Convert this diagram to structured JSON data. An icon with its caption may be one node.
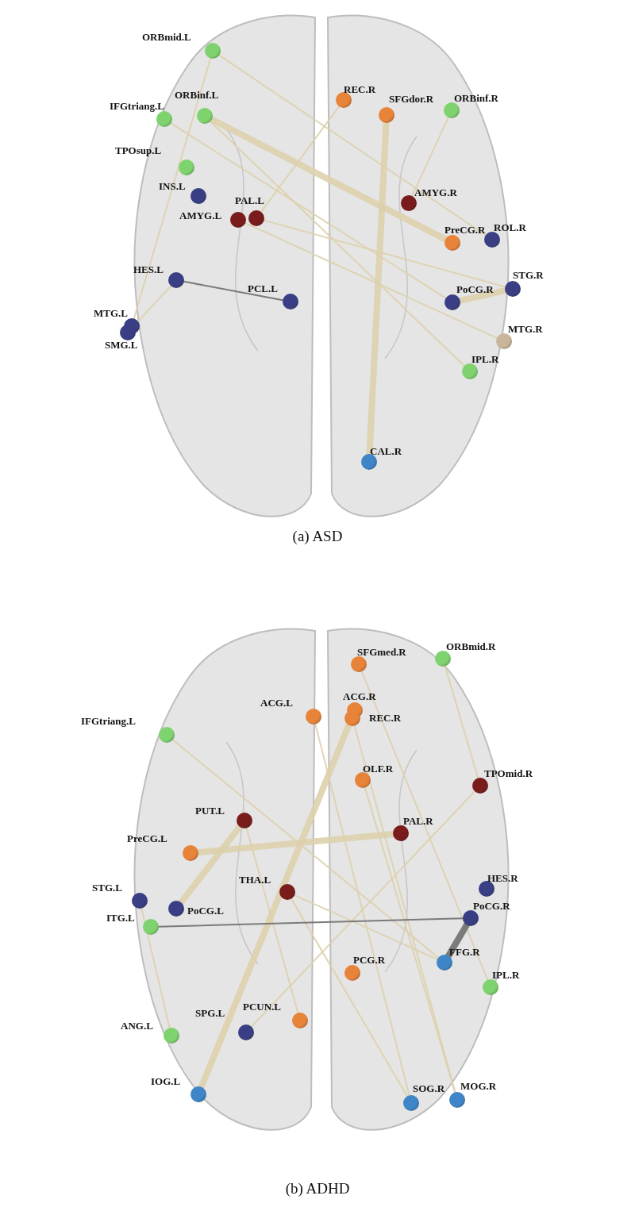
{
  "diagram": {
    "nodes": [
      {
        "text": [],
        "shape": "circle",
        "beside": [
          "ORBmid.L"
        ]
      },
      {
        "text": [],
        "shape": "circle",
        "beside": [
          "ORBinf.L"
        ]
      },
      {
        "text": [],
        "shape": "circle",
        "beside": [
          "IFGtriang.L"
        ]
      },
      {
        "text": [],
        "shape": "circle",
        "beside": [
          "TPOsup.L"
        ]
      },
      {
        "text": [],
        "shape": "circle",
        "beside": [
          "REC.R"
        ]
      },
      {
        "text": [],
        "shape": "circle",
        "beside": [
          "SFGdor.R"
        ]
      },
      {
        "text": [],
        "shape": "circle",
        "beside": [
          "ORBinf.R"
        ]
      },
      {
        "text": [],
        "shape": "circle",
        "beside": [
          "INS.L"
        ]
      },
      {
        "text": [],
        "shape": "circle",
        "beside": [
          "PAL.L"
        ]
      },
      {
        "text": [],
        "shape": "circle",
        "beside": [
          "AMYG.L"
        ]
      },
      {
        "text": [],
        "shape": "circle",
        "beside": [
          "AMYG.R"
        ]
      },
      {
        "text": [],
        "shape": "circle",
        "beside": [
          "PreCG.R"
        ]
      },
      {
        "text": [],
        "shape": "circle",
        "beside": [
          "ROL.R"
        ]
      },
      {
        "text": [],
        "shape": "circle",
        "beside": [
          "HES.L"
        ]
      },
      {
        "text": [],
        "shape": "circle",
        "beside": [
          "PCL.L"
        ]
      },
      {
        "text": [],
        "shape": "circle",
        "beside": [
          "PoCG.R"
        ]
      },
      {
        "text": [],
        "shape": "circle",
        "beside": [
          "STG.R"
        ]
      },
      {
        "text": [],
        "shape": "circle",
        "beside": [
          "MTG.L"
        ]
      },
      {
        "text": [],
        "shape": "circle",
        "beside": [
          "SMG.L"
        ]
      },
      {
        "text": [],
        "shape": "circle",
        "beside": [
          "MTG.R"
        ]
      },
      {
        "text": [],
        "shape": "circle",
        "beside": [
          "IPL.R"
        ]
      },
      {
        "text": [],
        "shape": "circle",
        "beside": [
          "CAL.R"
        ]
      },
      {
        "text": [],
        "shape": "circle",
        "beside": [
          "SFGmed.R"
        ]
      },
      {
        "text": [],
        "shape": "circle",
        "beside": [
          "ORBmid.R"
        ]
      },
      {
        "text": [],
        "shape": "circle",
        "beside": [
          "ACG.L"
        ]
      },
      {
        "text": [],
        "shape": "circle",
        "beside": [
          "ACG.R"
        ]
      },
      {
        "text": [],
        "shape": "circle",
        "beside": [
          "REC.R"
        ]
      },
      {
        "text": [],
        "shape": "circle",
        "beside": [
          "IFGtriang.L"
        ]
      },
      {
        "text": [],
        "shape": "circle",
        "beside": [
          "OLF.R"
        ]
      },
      {
        "text": [],
        "shape": "circle",
        "beside": [
          "TPOmid.R"
        ]
      },
      {
        "text": [],
        "shape": "circle",
        "beside": [
          "PUT.L"
        ]
      },
      {
        "text": [],
        "shape": "circle",
        "beside": [
          "PAL.R"
        ]
      },
      {
        "text": [],
        "shape": "circle",
        "beside": [
          "PreCG.L"
        ]
      },
      {
        "text": [],
        "shape": "circle",
        "beside": [
          "THA.L"
        ]
      },
      {
        "text": [],
        "shape": "circle",
        "beside": [
          "STG.L"
        ]
      },
      {
        "text": [],
        "shape": "circle",
        "beside": [
          "PoCG.L"
        ]
      },
      {
        "text": [],
        "shape": "circle",
        "beside": [
          "ITG.L"
        ]
      },
      {
        "text": [],
        "shape": "circle",
        "beside": [
          "HES.R"
        ]
      },
      {
        "text": [],
        "shape": "circle",
        "beside": [
          "PoCG.R"
        ]
      },
      {
        "text": [],
        "shape": "circle",
        "beside": [
          "PCG.R"
        ]
      },
      {
        "text": [],
        "shape": "circle",
        "beside": [
          "FFG.R"
        ]
      },
      {
        "text": [],
        "shape": "circle",
        "beside": [
          "IPL.R"
        ]
      },
      {
        "text": [],
        "shape": "circle",
        "beside": [
          "ANG.L"
        ]
      },
      {
        "text": [],
        "shape": "circle",
        "beside": [
          "SPG.L"
        ]
      },
      {
        "text": [],
        "shape": "circle",
        "beside": [
          "PCUN.L"
        ]
      },
      {
        "text": [],
        "shape": "circle",
        "beside": [
          "IOG.L"
        ]
      },
      {
        "text": [],
        "shape": "circle",
        "beside": [
          "SOG.R"
        ]
      },
      {
        "text": [],
        "shape": "circle",
        "beside": [
          "MOG.R"
        ]
      }
    ],
    "edges": [
      {
        "from": 0,
        "to": 17,
        "arrow": "none"
      },
      {
        "from": 0,
        "to": 12,
        "arrow": "none"
      },
      {
        "from": 1,
        "to": 11,
        "arrow": "none",
        "style": "thick"
      },
      {
        "from": 2,
        "to": 15,
        "arrow": "none"
      },
      {
        "from": 1,
        "to": 20,
        "arrow": "none"
      },
      {
        "from": 4,
        "to": 8,
        "arrow": "none"
      },
      {
        "from": 5,
        "to": 21,
        "arrow": "none",
        "style": "thick"
      },
      {
        "from": 6,
        "to": 10,
        "arrow": "none"
      },
      {
        "from": 8,
        "to": 16,
        "arrow": "none"
      },
      {
        "from": 9,
        "to": 19,
        "arrow": "none"
      },
      {
        "from": 15,
        "to": 16,
        "arrow": "none",
        "style": "thick"
      },
      {
        "from": 13,
        "to": 14,
        "arrow": "none",
        "color": "#6f6f6f"
      },
      {
        "from": 13,
        "to": 18,
        "arrow": "none"
      },
      {
        "from": 25,
        "to": 45,
        "arrow": "none",
        "style": "thick"
      },
      {
        "from": 32,
        "to": 31,
        "arrow": "none",
        "style": "thick"
      },
      {
        "from": 30,
        "to": 35,
        "arrow": "none",
        "style": "thick"
      },
      {
        "from": 30,
        "to": 44,
        "arrow": "none"
      },
      {
        "from": 27,
        "to": 40,
        "arrow": "none"
      },
      {
        "from": 24,
        "to": 46,
        "arrow": "none"
      },
      {
        "from": 26,
        "to": 47,
        "arrow": "none"
      },
      {
        "from": 22,
        "to": 41,
        "arrow": "none"
      },
      {
        "from": 23,
        "to": 29,
        "arrow": "none"
      },
      {
        "from": 29,
        "to": 43,
        "arrow": "none"
      },
      {
        "from": 28,
        "to": 47,
        "arrow": "none"
      },
      {
        "from": 33,
        "to": 40,
        "arrow": "none"
      },
      {
        "from": 33,
        "to": 46,
        "arrow": "none"
      },
      {
        "from": 36,
        "to": 38,
        "arrow": "none",
        "color": "#6f6f6f"
      },
      {
        "from": 34,
        "to": 42,
        "arrow": "none"
      },
      {
        "from": 38,
        "to": 40,
        "arrow": "none",
        "style": "thick",
        "color": "#6f6f6f"
      }
    ],
    "labels": [
      "(a) ASD",
      "(b) ADHD"
    ]
  }
}
